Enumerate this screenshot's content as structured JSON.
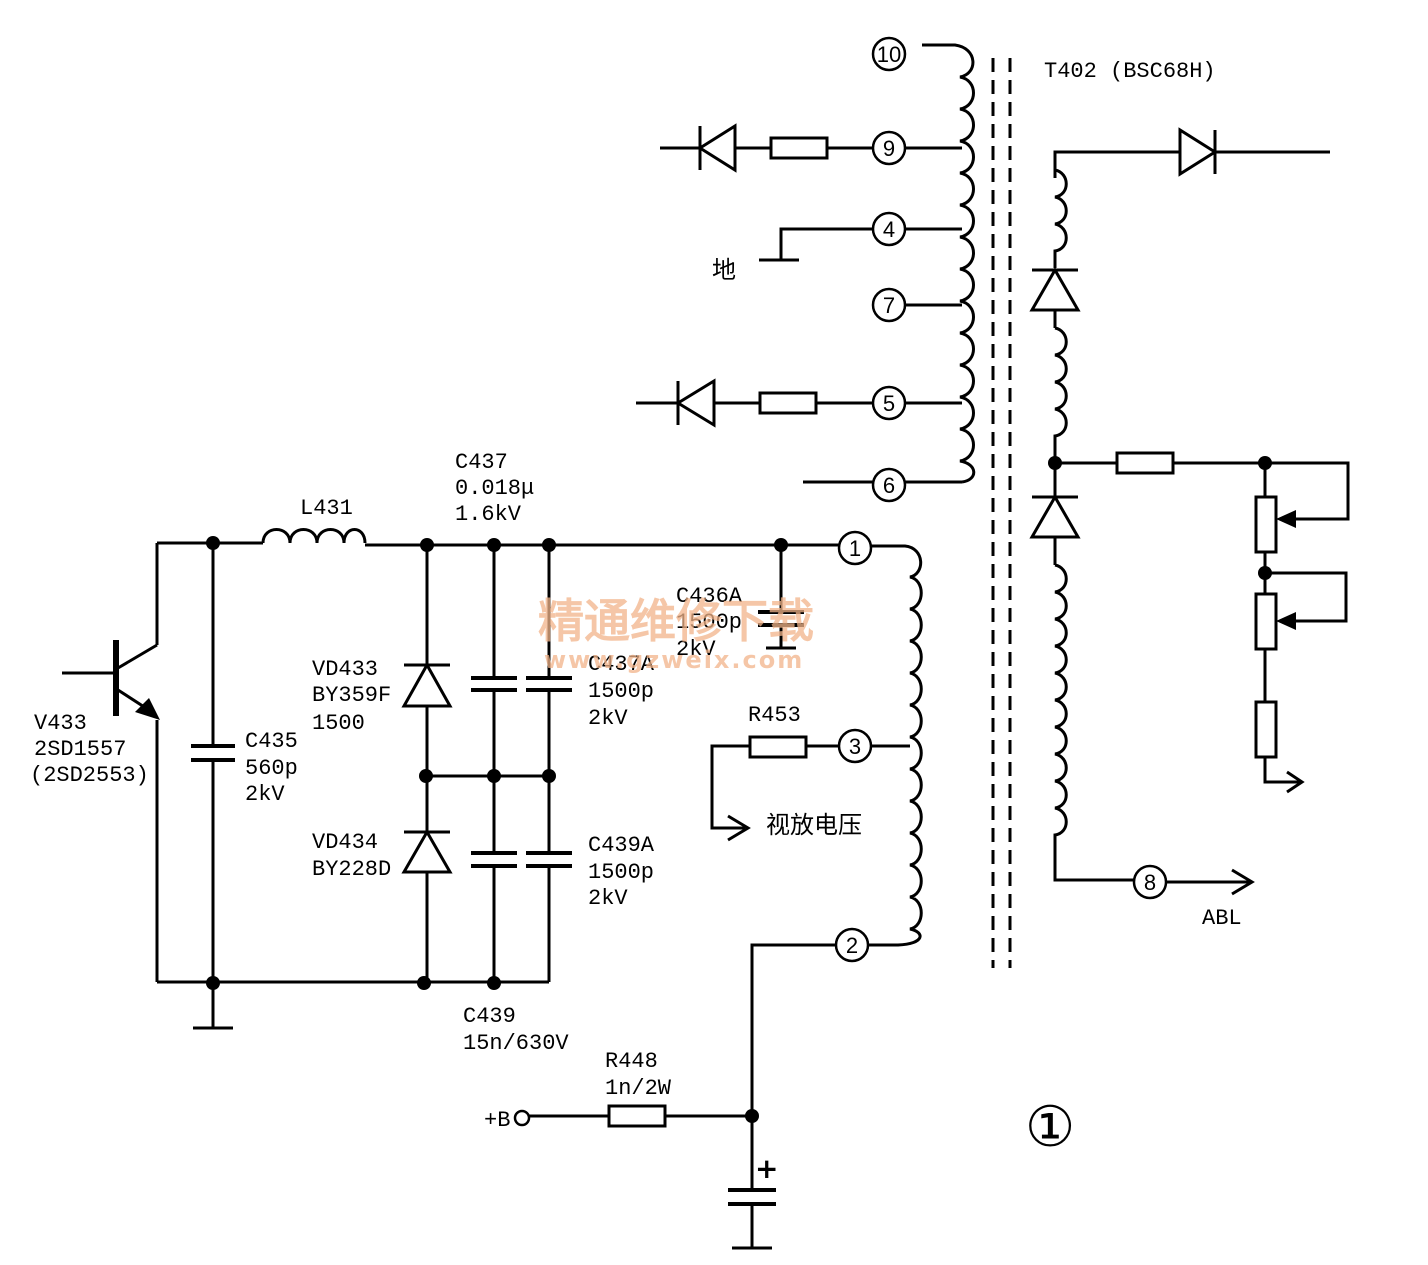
{
  "transformer": {
    "label": "T402 (BSC68H)"
  },
  "pins": [
    "10",
    "9",
    "4",
    "7",
    "5",
    "6",
    "1",
    "3",
    "2",
    "8"
  ],
  "ground_label": "地",
  "components": {
    "v433": {
      "ref": "V433",
      "part": "2SD1557",
      "alt": "(2SD2553)"
    },
    "l431": {
      "ref": "L431"
    },
    "c437": {
      "ref": "C437",
      "value": "0.018μ",
      "rating": "1.6kV"
    },
    "c436a": {
      "ref": "C436A",
      "value": "1500p",
      "rating": "2kV"
    },
    "c437a": {
      "ref": "C437A",
      "value": "1500p",
      "rating": "2kV"
    },
    "c435": {
      "ref": "C435",
      "value": "560p",
      "rating": "2kV"
    },
    "vd433": {
      "ref": "VD433",
      "part": "BY359F",
      "value": "1500"
    },
    "vd434": {
      "ref": "VD434",
      "part": "BY228D"
    },
    "c439a": {
      "ref": "C439A",
      "value": "1500p",
      "rating": "2kV"
    },
    "c439": {
      "ref": "C439",
      "value": "15n/630V"
    },
    "r453": {
      "ref": "R453"
    },
    "r448": {
      "ref": "R448",
      "value": "1n/2W"
    }
  },
  "video_amp_label": "视放电压",
  "abl_label": "ABL",
  "b_plus_label": "+B",
  "polarity_label": "+",
  "figure_number": "①",
  "watermark": {
    "title": "精通维修下载",
    "url": "www.gzweix.com"
  }
}
